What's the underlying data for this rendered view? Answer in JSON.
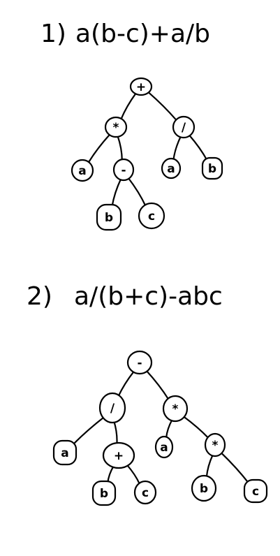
{
  "expressions": [
    {
      "label": "1)",
      "expression": "a(b-c)+a/b",
      "tree": {
        "nodes": [
          {
            "id": "n1",
            "label": "+"
          },
          {
            "id": "n2",
            "label": "*"
          },
          {
            "id": "n3",
            "label": "/"
          },
          {
            "id": "n4",
            "label": "a"
          },
          {
            "id": "n5",
            "label": "-"
          },
          {
            "id": "n6",
            "label": "a"
          },
          {
            "id": "n7",
            "label": "b"
          },
          {
            "id": "n8",
            "label": "b"
          },
          {
            "id": "n9",
            "label": "c"
          }
        ],
        "edges": [
          [
            "n1",
            "n2"
          ],
          [
            "n1",
            "n3"
          ],
          [
            "n2",
            "n4"
          ],
          [
            "n2",
            "n5"
          ],
          [
            "n3",
            "n6"
          ],
          [
            "n3",
            "n7"
          ],
          [
            "n5",
            "n8"
          ],
          [
            "n5",
            "n9"
          ]
        ]
      }
    },
    {
      "label": "2)",
      "expression": "a/(b+c)-abc",
      "tree": {
        "nodes": [
          {
            "id": "m1",
            "label": "-"
          },
          {
            "id": "m2",
            "label": "/"
          },
          {
            "id": "m3",
            "label": "*"
          },
          {
            "id": "m4",
            "label": "a"
          },
          {
            "id": "m5",
            "label": "+"
          },
          {
            "id": "m6",
            "label": "a"
          },
          {
            "id": "m7",
            "label": "*"
          },
          {
            "id": "m8",
            "label": "b"
          },
          {
            "id": "m9",
            "label": "c"
          },
          {
            "id": "m10",
            "label": "b"
          },
          {
            "id": "m11",
            "label": "c"
          }
        ],
        "edges": [
          [
            "m1",
            "m2"
          ],
          [
            "m1",
            "m3"
          ],
          [
            "m2",
            "m4"
          ],
          [
            "m2",
            "m5"
          ],
          [
            "m3",
            "m6"
          ],
          [
            "m3",
            "m7"
          ],
          [
            "m5",
            "m8"
          ],
          [
            "m5",
            "m9"
          ],
          [
            "m7",
            "m10"
          ],
          [
            "m7",
            "m11"
          ]
        ]
      }
    }
  ]
}
